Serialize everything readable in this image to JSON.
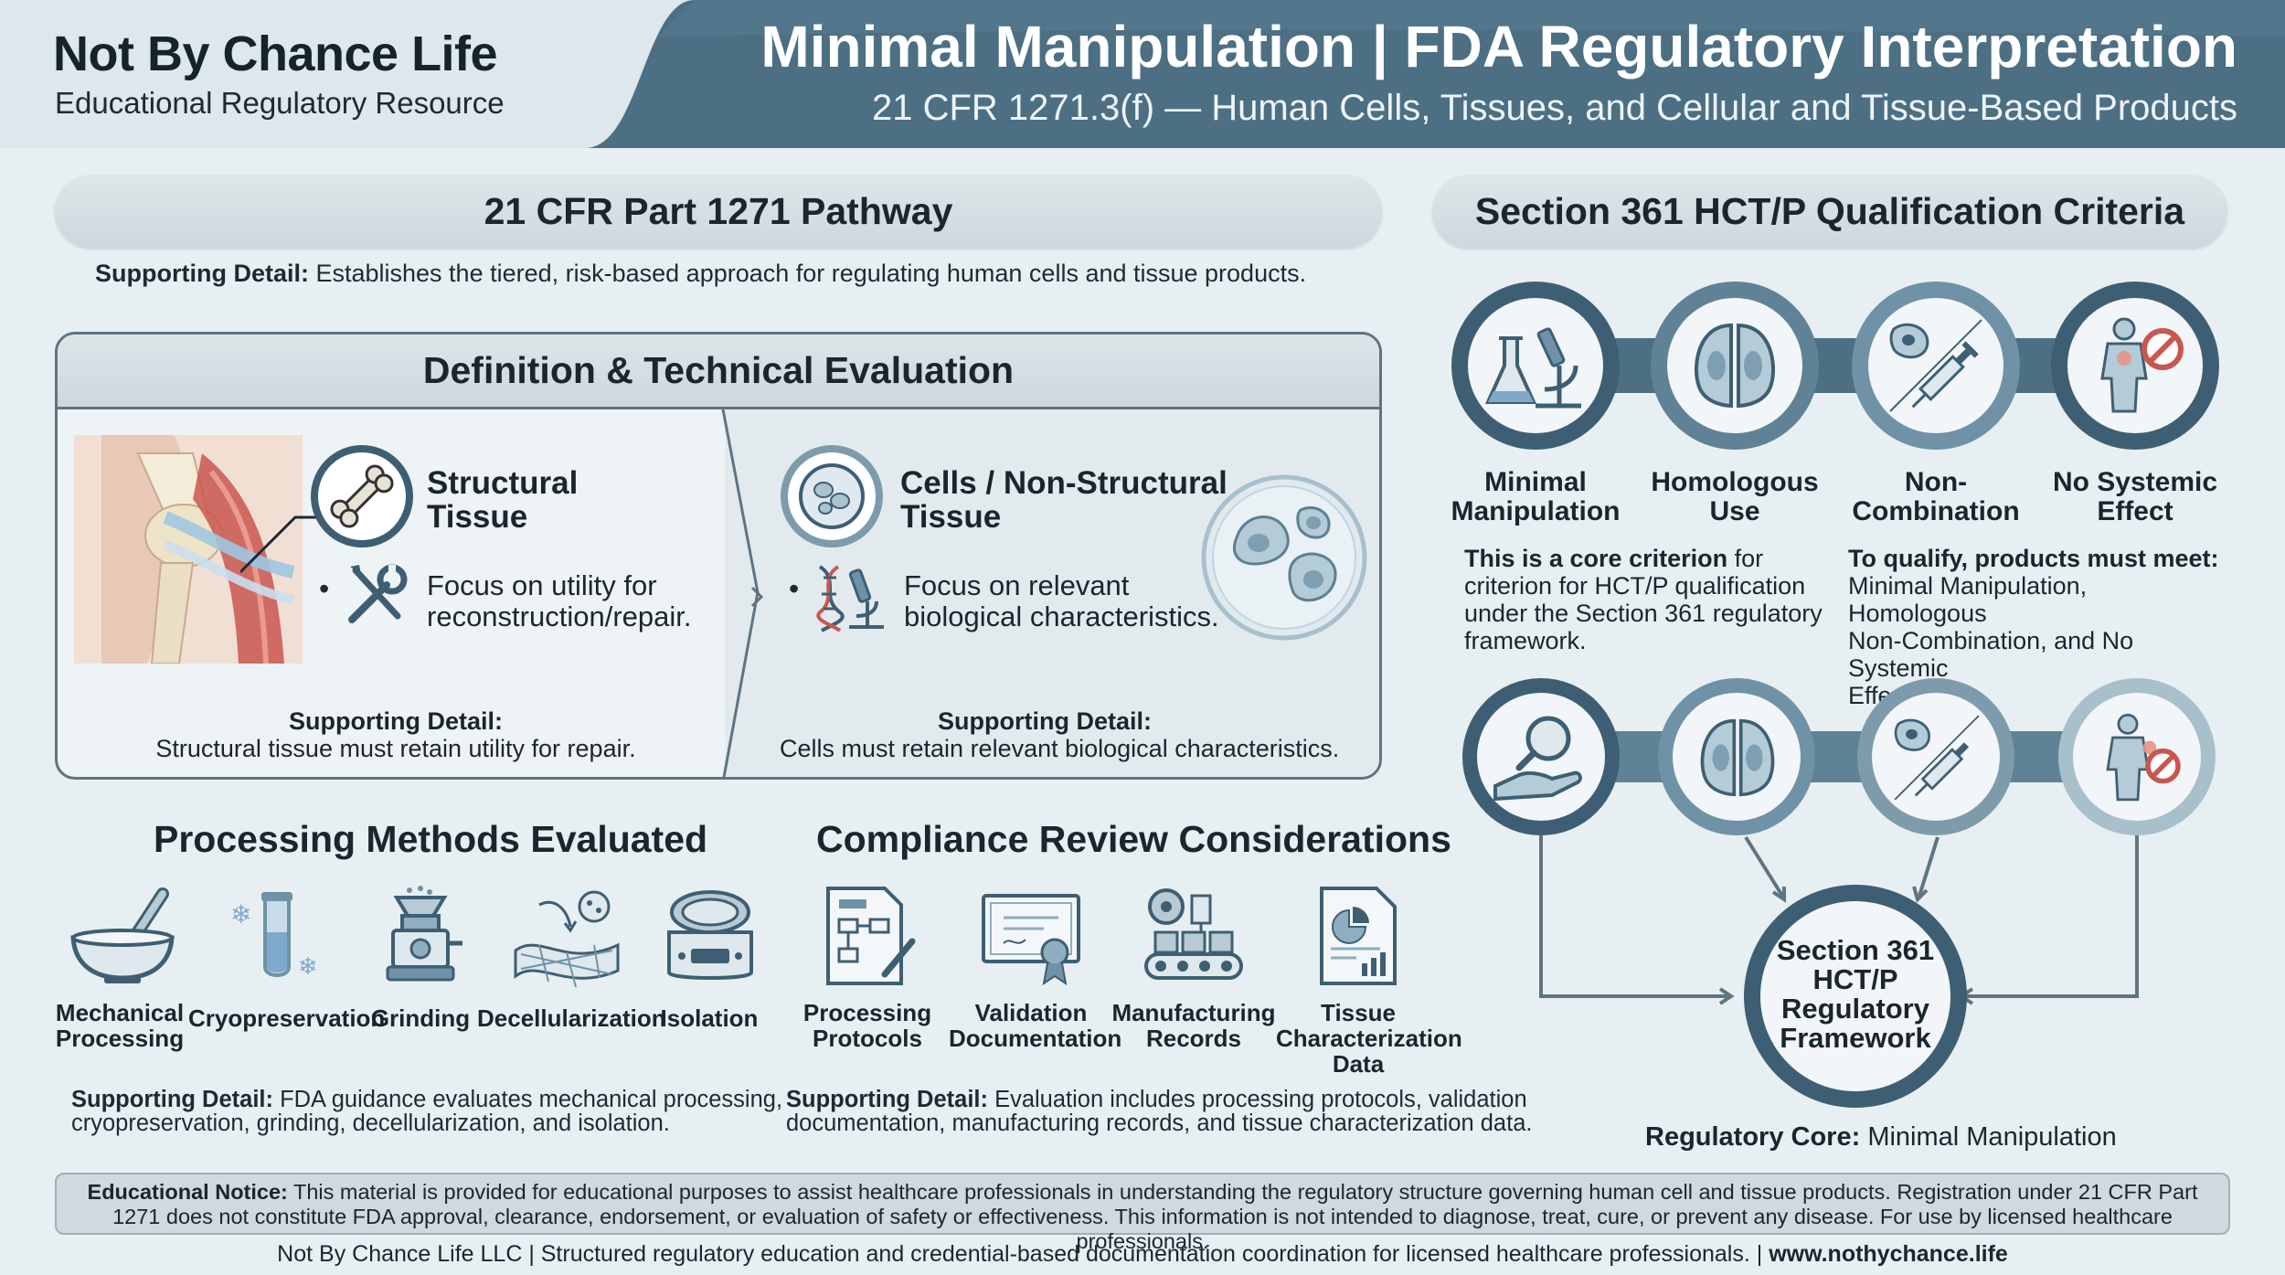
{
  "header": {
    "brand_name": "Not By Chance Life",
    "brand_subtitle": "Educational Regulatory Resource",
    "title": "Minimal Manipulation | FDA Regulatory Interpretation",
    "subtitle": "21 CFR 1271.3(f) — Human Cells, Tissues, and Cellular and Tissue-Based Products"
  },
  "pathway": {
    "title": "21 CFR Part 1271 Pathway",
    "detail_label": "Supporting Detail:",
    "detail_text": " Establishes the tiered, risk-based approach for regulating human cells and tissue products."
  },
  "definition": {
    "title": "Definition & Technical Evaluation",
    "structural": {
      "title_line1": "Structural",
      "title_line2": "Tissue",
      "focus_line1": "Focus on utility for",
      "focus_line2": "reconstruction/repair.",
      "detail_label": "Supporting Detail:",
      "detail_text": "Structural tissue must retain utility for repair."
    },
    "cells": {
      "title_line1": "Cells / Non-Structural",
      "title_line2": "Tissue",
      "focus_line1": "Focus on relevant",
      "focus_line2": "biological characteristics.",
      "detail_label": "Supporting Detail:",
      "detail_text": "Cells must retain relevant biological characteristics."
    }
  },
  "processing": {
    "title": "Processing Methods Evaluated",
    "items": [
      {
        "line1": "Mechanical",
        "line2": "Processing",
        "icon": "mortar-pestle-icon"
      },
      {
        "line1": "Cryopreservation",
        "line2": "",
        "icon": "test-tube-snowflake-icon"
      },
      {
        "line1": "Grinding",
        "line2": "",
        "icon": "grinder-icon"
      },
      {
        "line1": "Decellularization",
        "line2": "",
        "icon": "tissue-mesh-icon"
      },
      {
        "line1": "Isolation",
        "line2": "",
        "icon": "centrifuge-icon"
      }
    ],
    "detail_label": "Supporting Detail:",
    "detail_line1": " FDA guidance evaluates mechanical processing,",
    "detail_line2": "cryopreservation, grinding, decellularization, and isolation."
  },
  "compliance": {
    "title": "Compliance Review Considerations",
    "items": [
      {
        "line1": "Processing",
        "line2": "Protocols",
        "line3": "",
        "icon": "flowchart-document-icon"
      },
      {
        "line1": "Validation",
        "line2": "Documentation",
        "line3": "",
        "icon": "certificate-icon"
      },
      {
        "line1": "Manufacturing",
        "line2": "Records",
        "line3": "",
        "icon": "conveyor-icon"
      },
      {
        "line1": "Tissue",
        "line2": "Characterization",
        "line3": "Data",
        "icon": "data-report-icon"
      }
    ],
    "detail_label": "Supporting Detail:",
    "detail_line1": " Evaluation includes processing protocols, validation",
    "detail_line2": "documentation, manufacturing records, and tissue characterization data."
  },
  "qualification": {
    "title": "Section 361 HCT/P Qualification Criteria",
    "criteria": [
      {
        "line1": "Minimal",
        "line2": "Manipulation",
        "icon": "lab-flask-microscope-icon"
      },
      {
        "line1": "Homologous",
        "line2": "Use",
        "icon": "cell-division-icon"
      },
      {
        "line1": "Non-",
        "line2": "Combination",
        "icon": "cell-syringe-icon"
      },
      {
        "line1": "No Systemic",
        "line2": "Effect",
        "icon": "body-no-symbol-icon"
      }
    ],
    "core_bold": "This is a core criterion",
    "core_rest_1": " for",
    "core_line2": "criterion for HCT/P qualification",
    "core_line3": "under the Section 361 regulatory",
    "core_line4": "framework.",
    "qualify_bold": "To qualify, products must meet:",
    "qualify_line2": "Minimal Manipulation, Homologous",
    "qualify_line3": "Non-Combination, and No Systemic",
    "qualify_line4": "Effect.",
    "framework_line1": "Section 361",
    "framework_line2": "HCT/P",
    "framework_line3": "Regulatory",
    "framework_line4": "Framework",
    "core_label": "Regulatory Core:",
    "core_value": " Minimal Manipulation"
  },
  "notice": {
    "label": "Educational Notice:",
    "text": " This material is provided for educational purposes to assist healthcare professionals in understanding the regulatory structure governing human cell and tissue products. Registration under 21 CFR Part 1271 does not constitute FDA approval, clearance, endorsement, or evaluation of safety or effectiveness. This information is not intended to diagnose, treat, cure, or prevent any disease. For use by licensed healthcare professionals."
  },
  "footer": {
    "text": "Not By Chance Life LLC | Structured regulatory education and credential-based documentation coordination for licensed healthcare professionals. | ",
    "url": "www.nothychance.life"
  },
  "colors": {
    "header_blue": "#4c6f84",
    "ring_dark": "#3e5f73",
    "ring_mid": "#6f92a6",
    "ring_light": "#a8bfcc",
    "background": "#e8eff2"
  }
}
